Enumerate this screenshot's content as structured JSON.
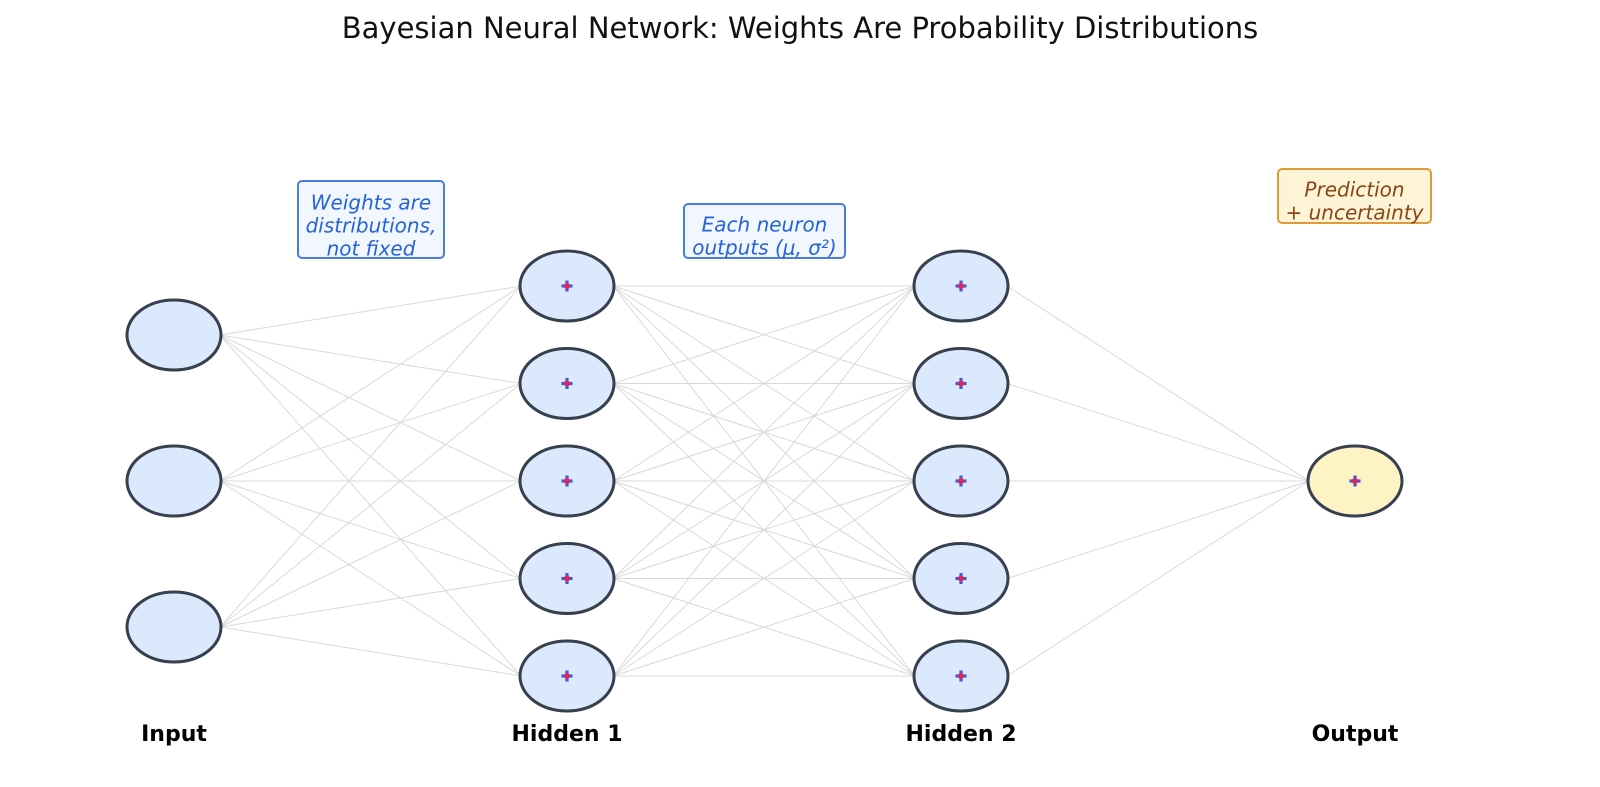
{
  "title": "Bayesian Neural Network: Weights Are Probability Distributions",
  "layers": [
    {
      "label": "Input",
      "neurons": 3,
      "has_marker": false,
      "fill": "#dce9fc"
    },
    {
      "label": "Hidden 1",
      "neurons": 5,
      "has_marker": true,
      "fill": "#dce9fc"
    },
    {
      "label": "Hidden 2",
      "neurons": 5,
      "has_marker": true,
      "fill": "#dce9fc"
    },
    {
      "label": "Output",
      "neurons": 1,
      "has_marker": true,
      "fill": "#fdf3c4"
    }
  ],
  "annotations": {
    "weights": {
      "lines": [
        "Weights are",
        "distributions,",
        "not fixed"
      ]
    },
    "neuron_outputs": {
      "lines": [
        "Each neuron",
        "outputs (μ, σ²)"
      ]
    },
    "prediction": {
      "lines": [
        "Prediction",
        "+ uncertainty"
      ]
    }
  },
  "colors": {
    "neuron_stroke": "#36404e",
    "edge": "#d9d9d9",
    "marker_blue": "#3b5bd9",
    "marker_red": "#e0245e",
    "note_blue_text": "#2563d9",
    "note_blue_border": "#4a7de0",
    "note_blue_fill": "#f2f7fd",
    "note_orange_text": "#8a4614",
    "note_orange_border": "#e09a3c",
    "note_orange_fill": "#fdf3d6"
  }
}
